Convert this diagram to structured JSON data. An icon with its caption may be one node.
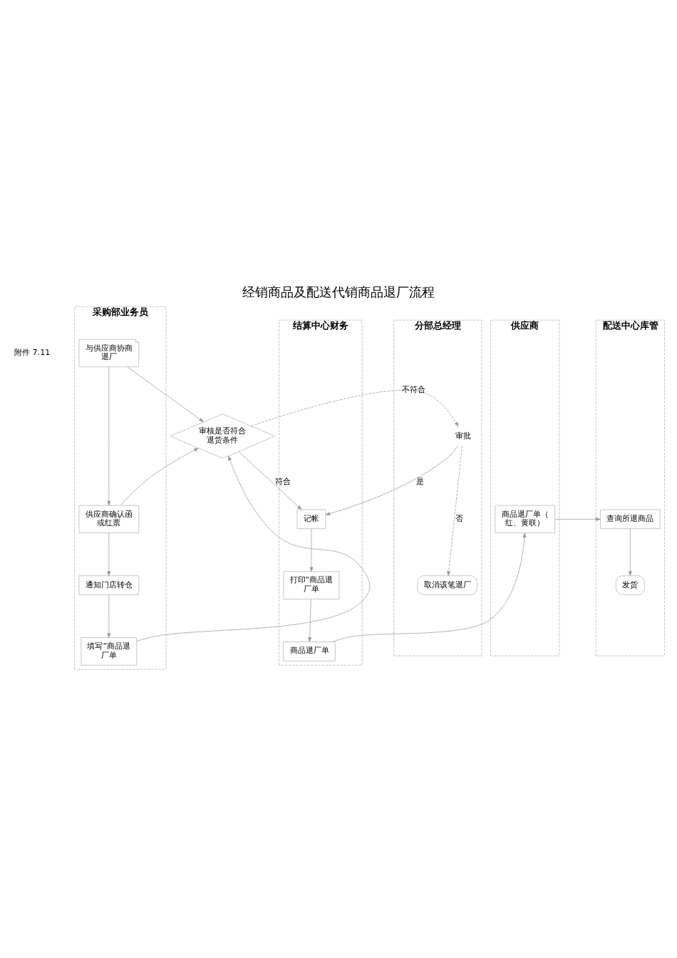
{
  "diagram": {
    "title": "经销商品及配送代销商品退厂流程",
    "nodes": [
      {
        "text": [
          "采购部业务员"
        ]
      },
      {
        "text": [
          "结算中心财务"
        ]
      },
      {
        "text": [
          "分部总经理"
        ]
      },
      {
        "text": [
          "供应商"
        ]
      },
      {
        "text": [
          "配送中心库管"
        ]
      },
      {
        "text": [
          "与供应商协商退厂"
        ],
        "in": 0
      },
      {
        "text": [
          "审核是否符合退货条件"
        ]
      },
      {
        "text": [
          "审批"
        ],
        "in": 2
      },
      {
        "text": [
          "供应商确认函或红票"
        ],
        "in": 0
      },
      {
        "text": [
          "记帐"
        ],
        "in": 1
      },
      {
        "text": [
          "通知门店转仓"
        ],
        "in": 0
      },
      {
        "text": [
          "商品退厂单（红、黄联）"
        ],
        "in": 3
      },
      {
        "text": [
          "查询所退商品"
        ],
        "in": 4
      },
      {
        "text": [
          "取消该笔退厂"
        ],
        "in": 2
      },
      {
        "text": [
          "打印“商品退厂单"
        ],
        "in": 1
      },
      {
        "text": [
          "发货"
        ],
        "in": 4
      },
      {
        "text": [
          "填写“商品退厂单"
        ],
        "in": 0
      },
      {
        "text": [
          "商品退厂单"
        ],
        "in": 1
      }
    ],
    "edges": [
      {
        "from": 5,
        "to": 8,
        "arrow": "to"
      },
      {
        "from": 5,
        "to": 6,
        "arrow": "to"
      },
      {
        "from": 16,
        "to": 6,
        "arrow": "to"
      },
      {
        "from": 8,
        "to": 6,
        "arrow": "to"
      },
      {
        "from": 6,
        "to": 9,
        "label": "符合",
        "arrow": "to"
      },
      {
        "from": 6,
        "to": 7,
        "label": "不符合",
        "arrow": "to",
        "style": "dashed"
      },
      {
        "from": 7,
        "to": 9,
        "label": "是",
        "arrow": "to"
      },
      {
        "from": 7,
        "to": 13,
        "label": "否",
        "arrow": "to",
        "style": "dashed"
      },
      {
        "from": 8,
        "to": 10,
        "arrow": "to"
      },
      {
        "from": 10,
        "to": 16,
        "arrow": "to"
      },
      {
        "from": 9,
        "to": 14,
        "arrow": "to"
      },
      {
        "from": 14,
        "to": 17,
        "arrow": "to"
      },
      {
        "from": 17,
        "to": 11,
        "arrow": "to"
      },
      {
        "from": 11,
        "to": 12,
        "arrow": "to"
      },
      {
        "from": 12,
        "to": 15,
        "arrow": "to"
      }
    ],
    "labels": [
      "附件 7.11"
    ]
  }
}
